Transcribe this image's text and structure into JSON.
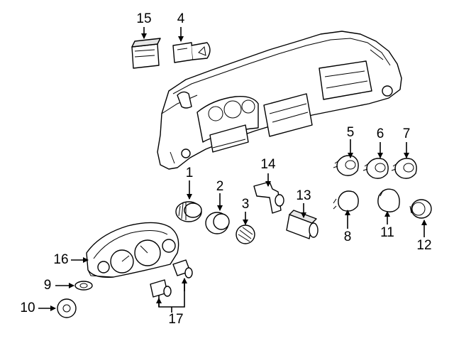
{
  "diagram": {
    "callouts": [
      {
        "id": "c1",
        "label": "1"
      },
      {
        "id": "c2",
        "label": "2"
      },
      {
        "id": "c3",
        "label": "3"
      },
      {
        "id": "c4",
        "label": "4"
      },
      {
        "id": "c5",
        "label": "5"
      },
      {
        "id": "c6",
        "label": "6"
      },
      {
        "id": "c7",
        "label": "7"
      },
      {
        "id": "c8",
        "label": "8"
      },
      {
        "id": "c9",
        "label": "9"
      },
      {
        "id": "c10",
        "label": "10"
      },
      {
        "id": "c11",
        "label": "11"
      },
      {
        "id": "c12",
        "label": "12"
      },
      {
        "id": "c13",
        "label": "13"
      },
      {
        "id": "c14",
        "label": "14"
      },
      {
        "id": "c15",
        "label": "15"
      },
      {
        "id": "c16",
        "label": "16"
      },
      {
        "id": "c17",
        "label": "17"
      }
    ]
  },
  "colors": {
    "ink": "#000000",
    "background": "#ffffff",
    "shade": "#e6e6e6"
  }
}
